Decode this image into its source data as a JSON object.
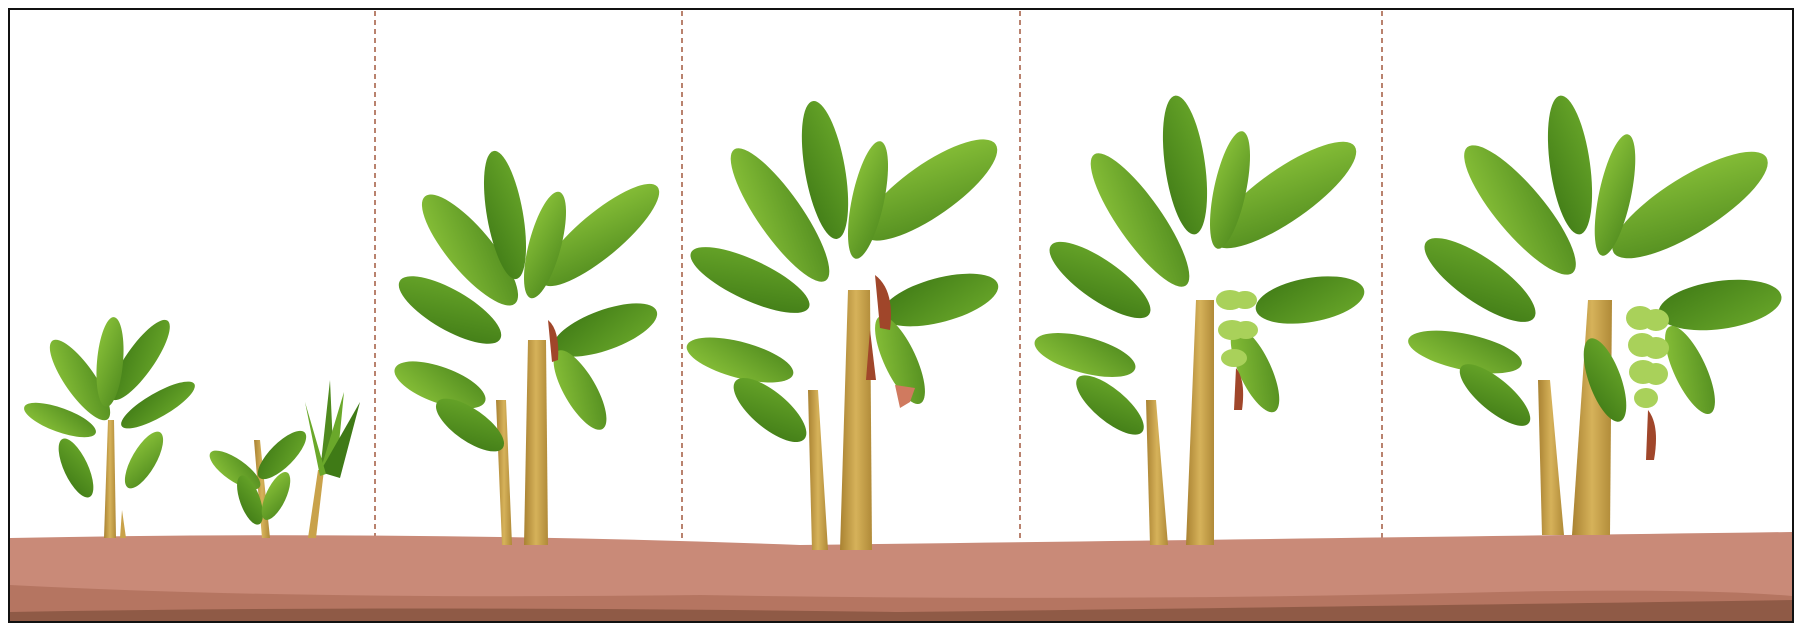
{
  "illustration": {
    "palette": {
      "frame": "#111111",
      "background": "#ffffff",
      "divider": "#b9826e",
      "soil_top": "#c98a78",
      "soil_mid": "#b57561",
      "soil_deep": "#8f5a46",
      "trunk": "#c9a24a",
      "leaf_dark": "#4f8a1e",
      "leaf_light": "#8cc43a",
      "fruit": "#a9d15a",
      "flower": "#a0462a",
      "bud": "#d07a5f"
    },
    "panels": [
      {
        "stage": 1,
        "icon": "young-banana-shoots-icon",
        "has_fruit": false,
        "has_flower": false
      },
      {
        "stage": 2,
        "icon": "growing-banana-plant-icon",
        "has_fruit": false,
        "has_flower": true
      },
      {
        "stage": 3,
        "icon": "flowering-banana-plant-icon",
        "has_fruit": false,
        "has_flower": true
      },
      {
        "stage": 4,
        "icon": "fruiting-banana-plant-icon",
        "has_fruit": true,
        "has_flower": true
      },
      {
        "stage": 5,
        "icon": "mature-banana-plant-icon",
        "has_fruit": true,
        "has_flower": true
      }
    ]
  }
}
